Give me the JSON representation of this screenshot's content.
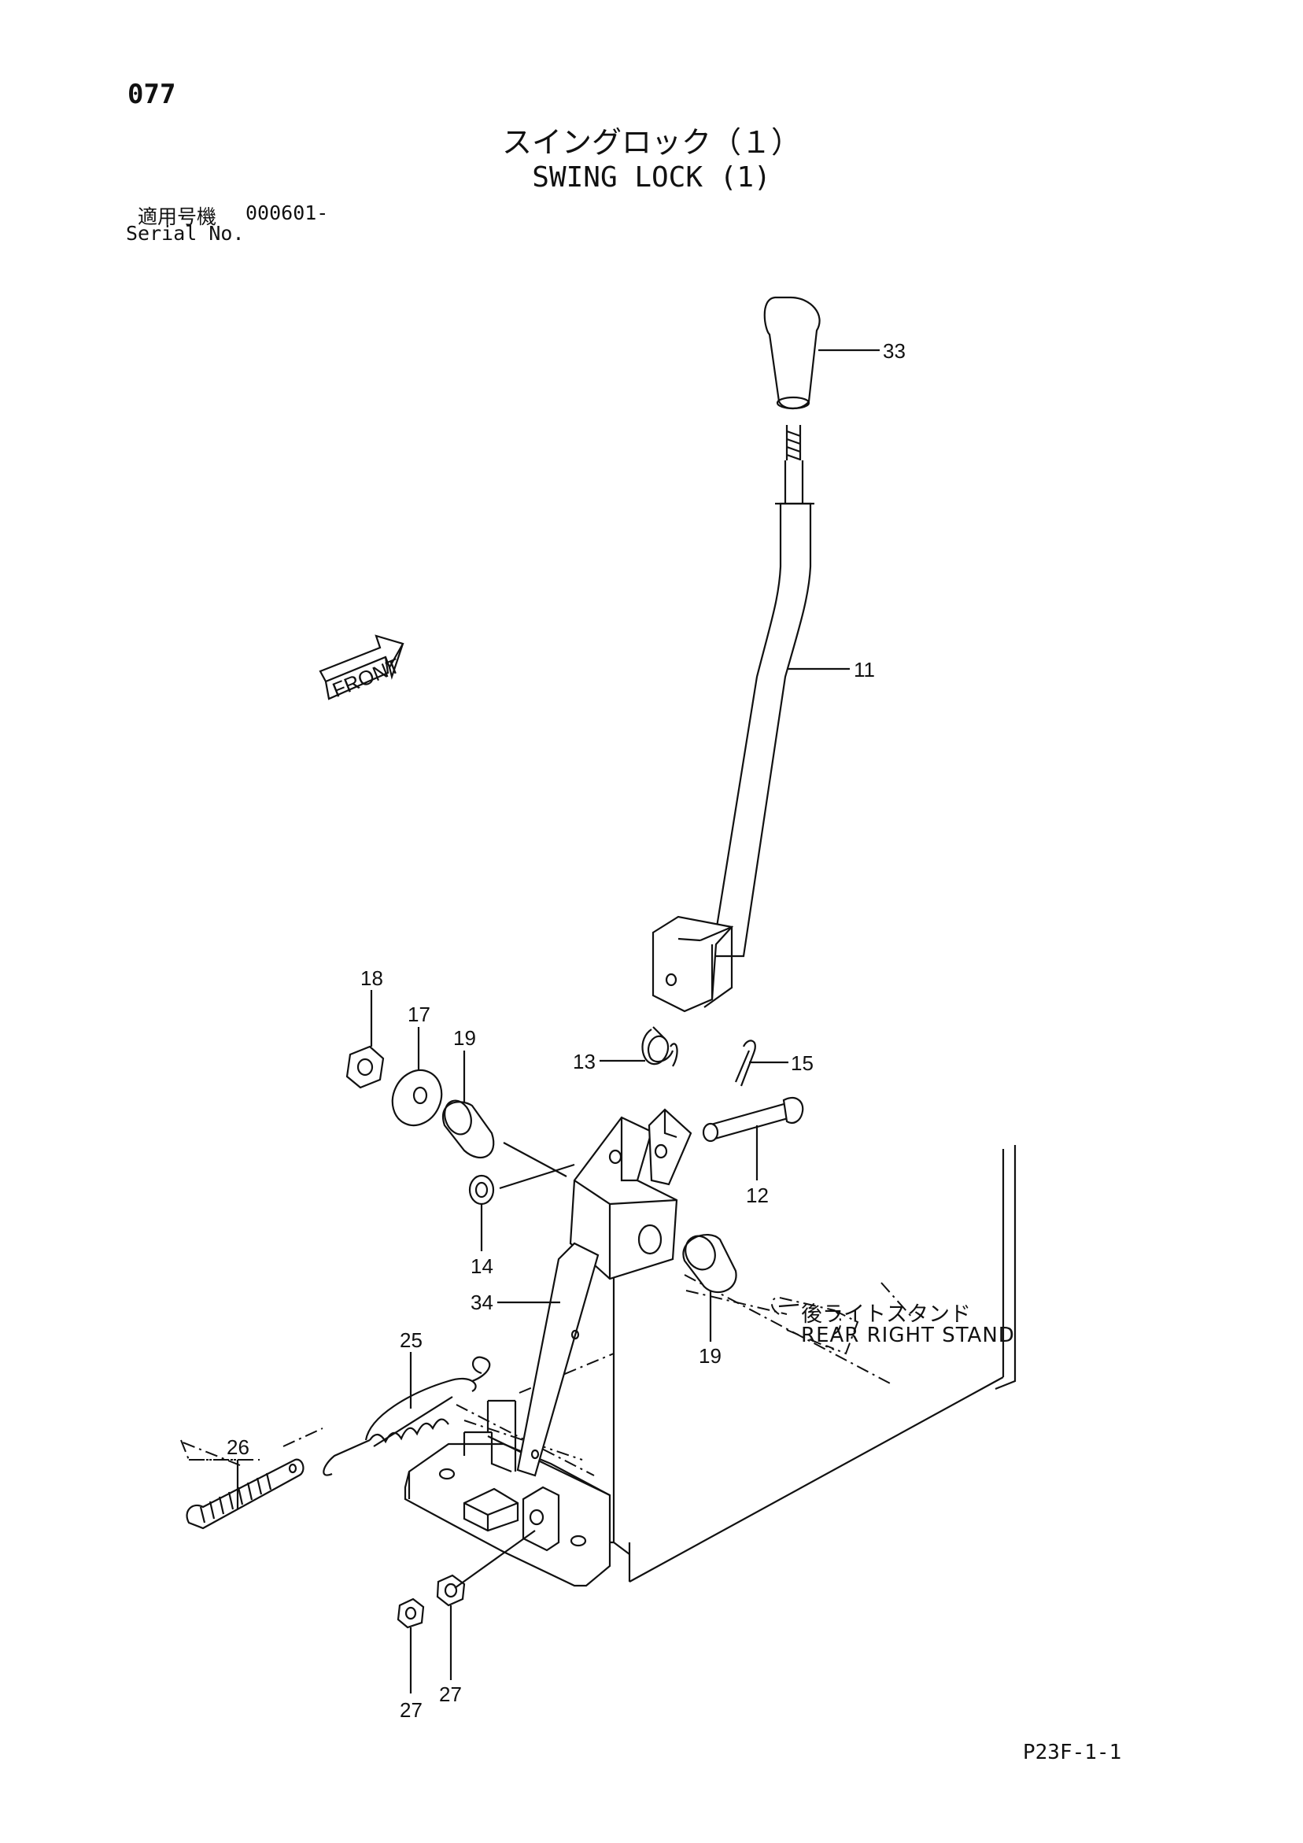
{
  "header": {
    "page_number": "077",
    "title_jp": "スイングロック（１）",
    "title_en": "SWING LOCK (1)",
    "serial_label_jp": "適用号機",
    "serial_value": "000601-",
    "serial_label_en": "Serial No."
  },
  "arrow_label": "FRONT",
  "stand_label": {
    "jp": "後ライトスタンド",
    "en": "REAR RIGHT STAND"
  },
  "footer": {
    "doc_code": "P23F-1-1"
  },
  "callouts": {
    "c33": "33",
    "c11": "11",
    "c18": "18",
    "c17": "17",
    "c19a": "19",
    "c13": "13",
    "c15": "15",
    "c12": "12",
    "c14": "14",
    "c34": "34",
    "c19b": "19",
    "c25": "25",
    "c26": "26",
    "c27a": "27",
    "c27b": "27"
  }
}
